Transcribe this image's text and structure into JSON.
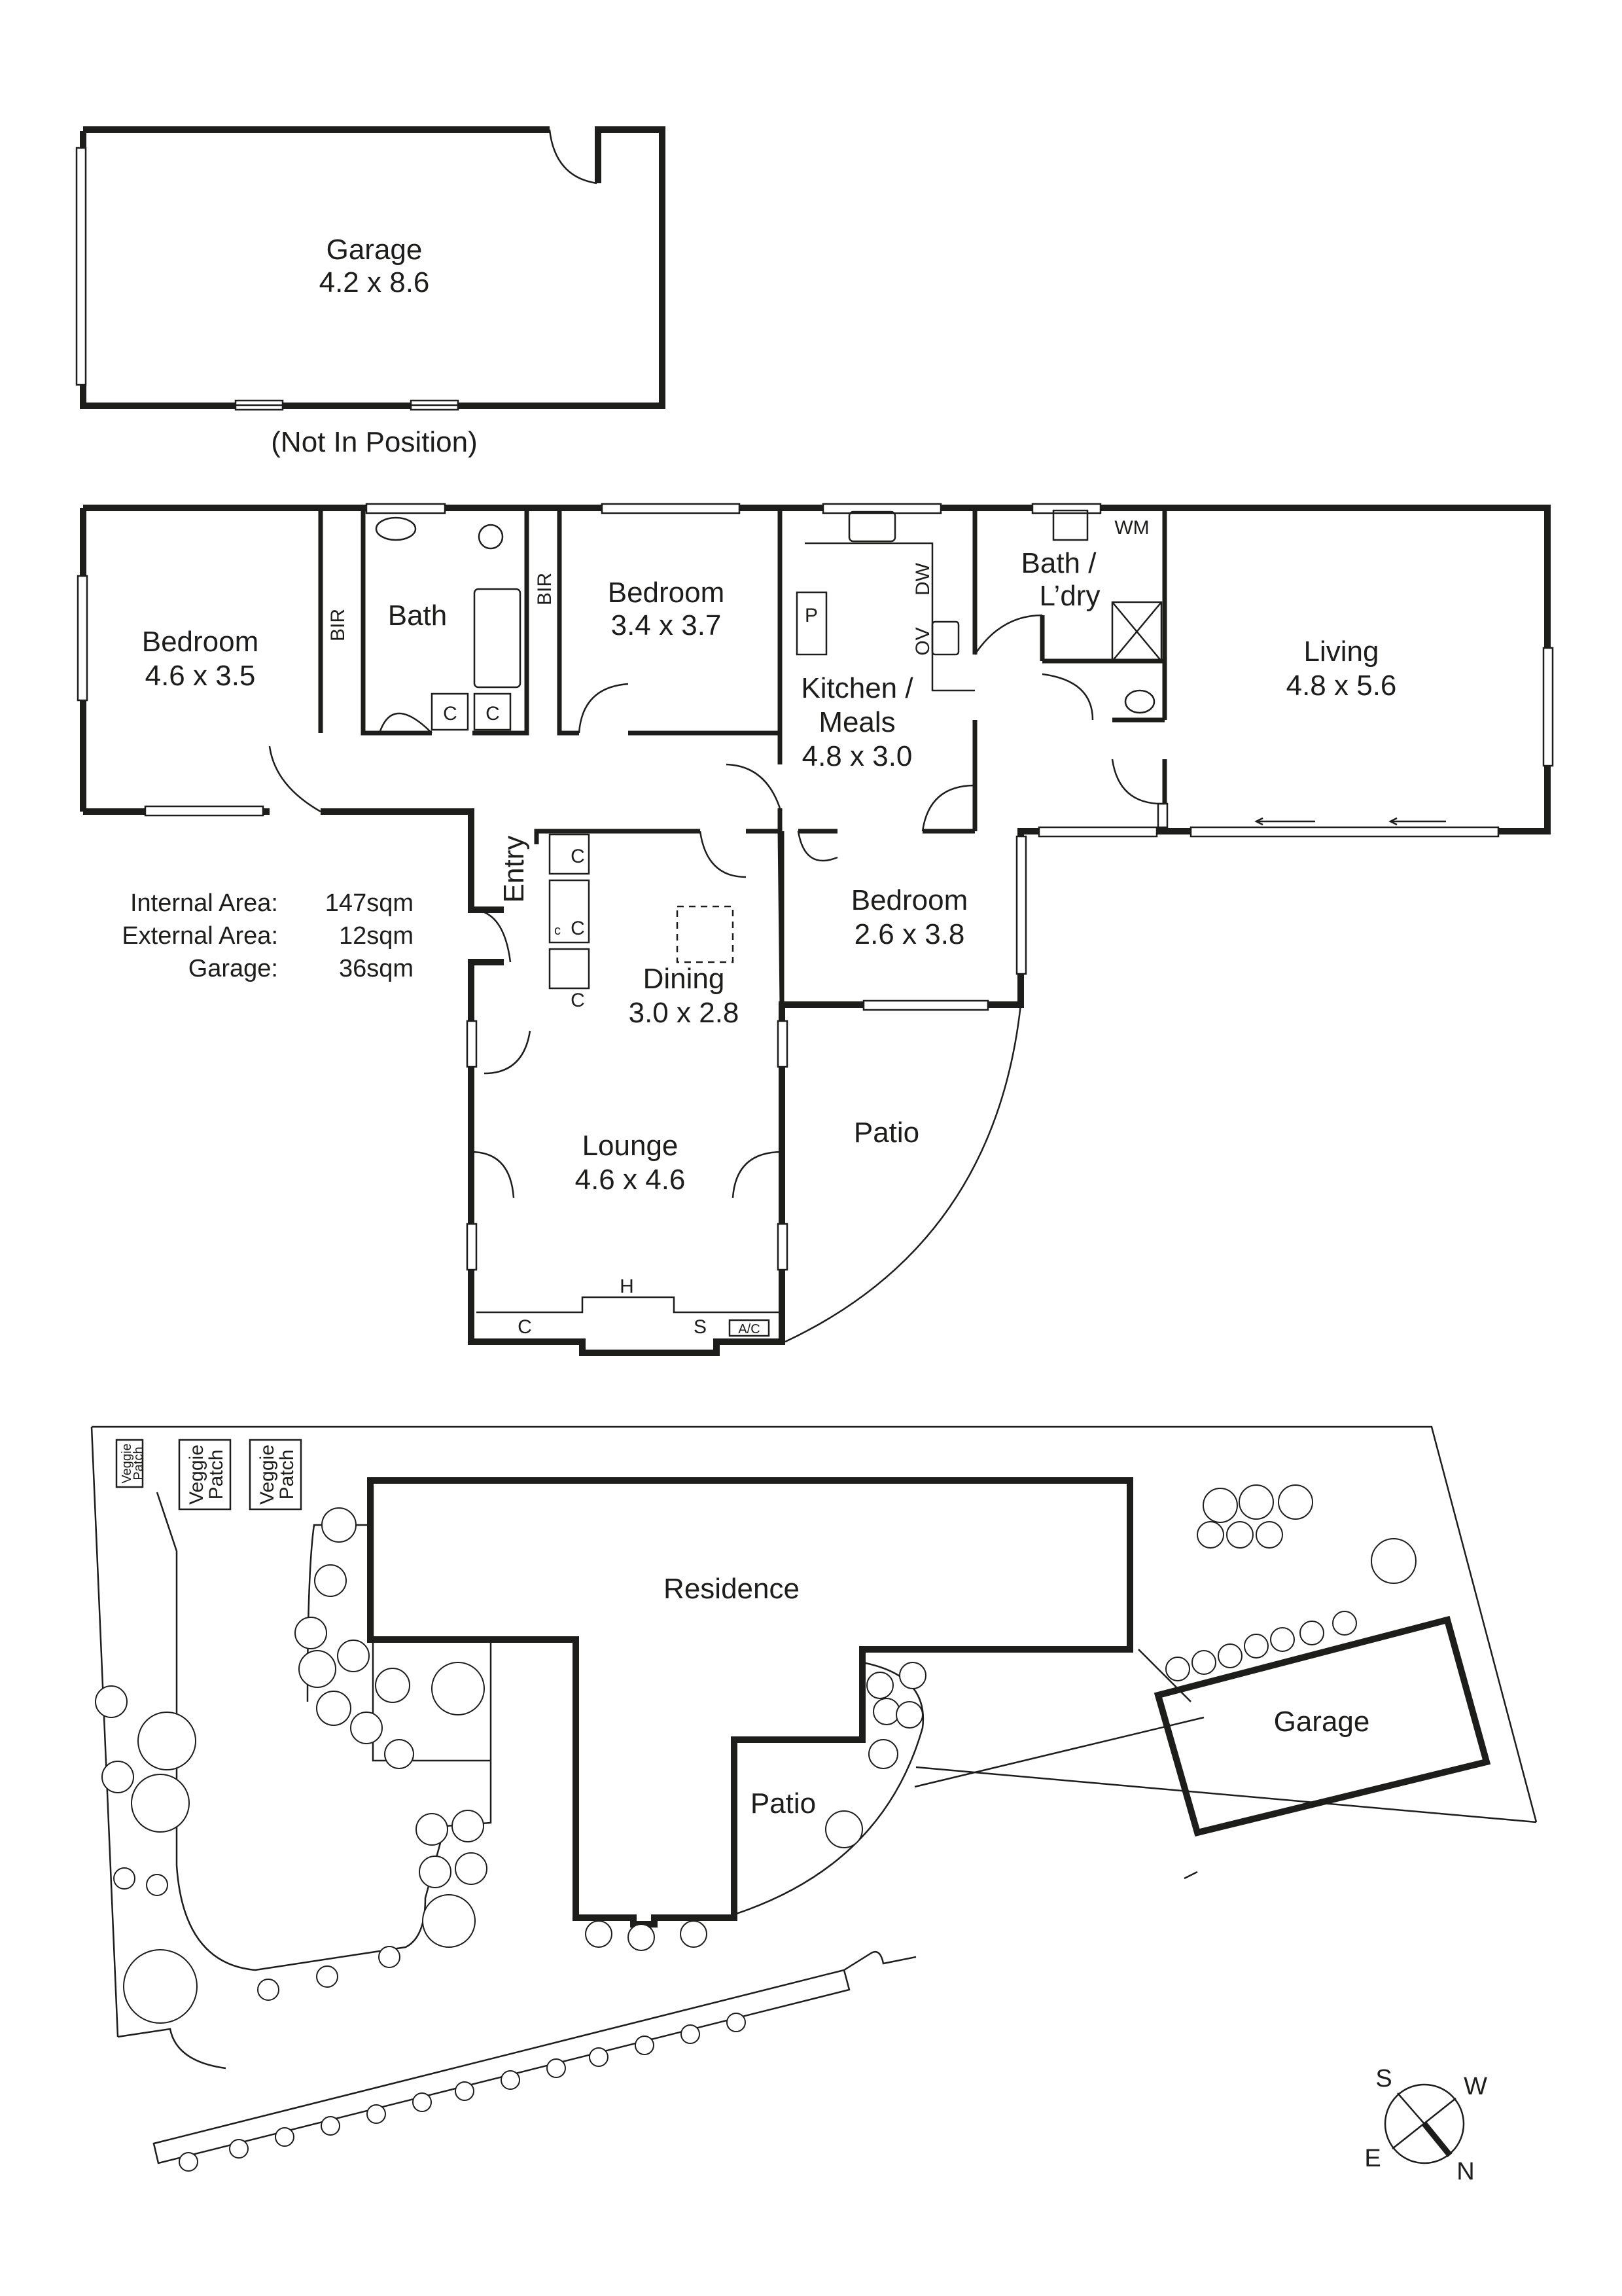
{
  "garage_plan": {
    "title": "Garage",
    "dims": "4.2 x 8.6",
    "note": "(Not In Position)"
  },
  "rooms": [
    {
      "id": "bedroom1",
      "name": "Bedroom",
      "dims": "4.6 x 3.5"
    },
    {
      "id": "bath",
      "name": "Bath",
      "dims": ""
    },
    {
      "id": "bedroom2",
      "name": "Bedroom",
      "dims": "3.4 x 3.7"
    },
    {
      "id": "kitchen",
      "name": "Kitchen /",
      "name2": "Meals",
      "dims": "4.8 x 3.0"
    },
    {
      "id": "bath_ldry",
      "name": "Bath /",
      "name2": "L’dry",
      "dims": ""
    },
    {
      "id": "living",
      "name": "Living",
      "dims": "4.8 x 5.6"
    },
    {
      "id": "bedroom3",
      "name": "Bedroom",
      "dims": "2.6 x 3.8"
    },
    {
      "id": "dining",
      "name": "Dining",
      "dims": "3.0 x 2.8"
    },
    {
      "id": "lounge",
      "name": "Lounge",
      "dims": "4.6 x 4.6"
    },
    {
      "id": "entry",
      "name": "Entry",
      "dims": ""
    },
    {
      "id": "patio",
      "name": "Patio",
      "dims": ""
    }
  ],
  "fixtures": {
    "bir": "BIR",
    "cupboard": "C",
    "cupboard_small": "c",
    "pantry": "P",
    "dishwasher": "DW",
    "oven": "OV",
    "washing_machine": "WM",
    "heater": "H",
    "shelves": "S",
    "air_con": "A/C"
  },
  "areas": [
    {
      "label": "Internal Area:",
      "value": "147sqm"
    },
    {
      "label": "External Area:",
      "value": "12sqm"
    },
    {
      "label": "Garage:",
      "value": "36sqm"
    }
  ],
  "site_plan": {
    "residence": "Residence",
    "garage": "Garage",
    "patio": "Patio",
    "veggie_patch_line1": "Veggie",
    "veggie_patch_line2": "Patch"
  },
  "compass": {
    "n": "N",
    "s": "S",
    "e": "E",
    "w": "W"
  }
}
